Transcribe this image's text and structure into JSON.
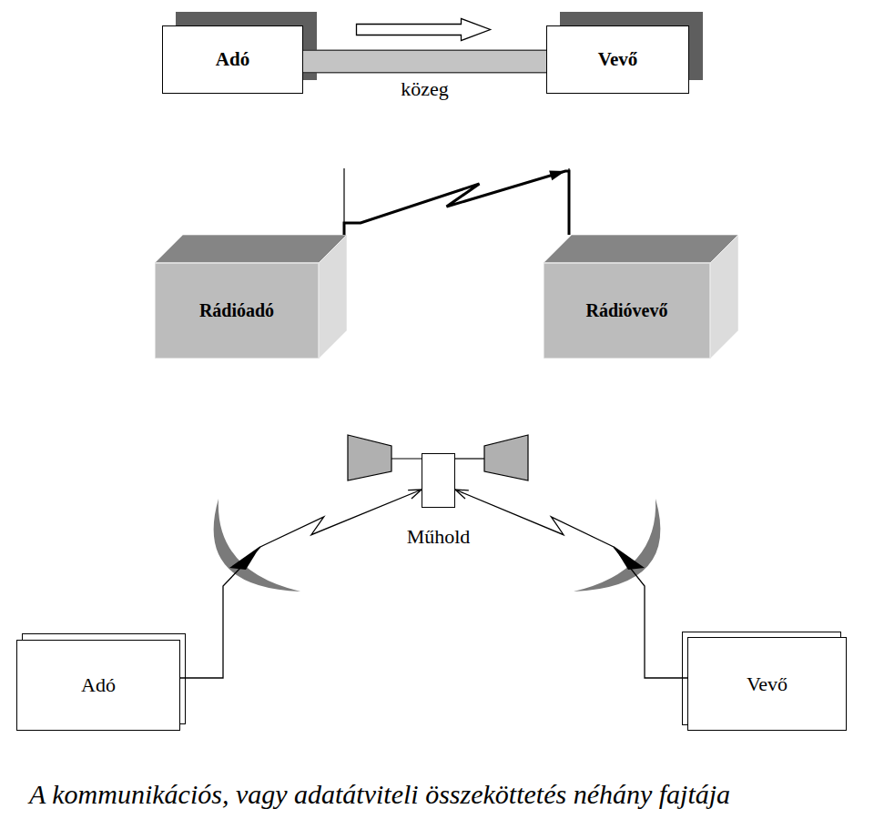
{
  "diagram": {
    "caption": "A kommunikációs, vagy adatátviteli összeköttetés néhány fajtája",
    "nodes": [
      {
        "text": [
          "Adó"
        ]
      },
      {
        "text": [
          "Vevő"
        ]
      },
      {
        "text": [
          "Rádióadó"
        ]
      },
      {
        "text": [
          "Rádióvevő"
        ]
      },
      {
        "text": [
          "Műhold"
        ]
      },
      {
        "text": [
          "Adó"
        ]
      },
      {
        "text": [
          "Vevő"
        ]
      }
    ],
    "edges": [
      {
        "from": 0,
        "to": 1,
        "arrow": "to",
        "label": "közeg"
      },
      {
        "from": 2,
        "to": 3,
        "arrow": "to"
      },
      {
        "from": 5,
        "to": 4,
        "arrow": "to"
      },
      {
        "from": 6,
        "to": 4,
        "arrow": "to"
      }
    ]
  }
}
